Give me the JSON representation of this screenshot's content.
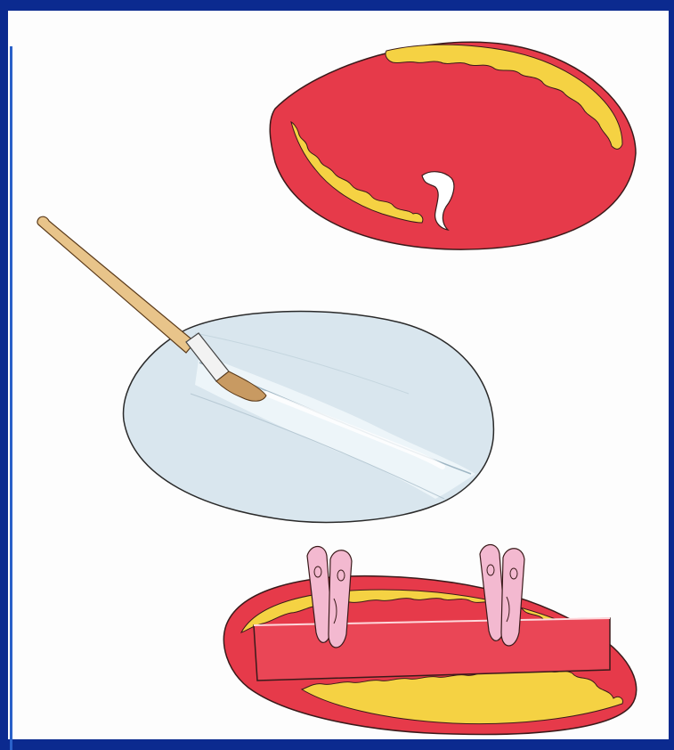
{
  "illustration": {
    "panels": [
      {
        "name": "red-leaf-with-peeling-backing",
        "icon": "paper-leaf-icon"
      },
      {
        "name": "glue-brush-on-white-oval",
        "icon": "paintbrush-icon"
      },
      {
        "name": "folded-leaf-with-clothespins",
        "icon": "clothespin-icon"
      }
    ],
    "colors": {
      "frame": "#0b2a8f",
      "paper_red": "#e63a4a",
      "scallop_yellow": "#f5d243",
      "oval_blue": "#d9e6ee",
      "clothespin_pink": "#f3b9d0",
      "brush_handle": "#e8c48a"
    }
  }
}
